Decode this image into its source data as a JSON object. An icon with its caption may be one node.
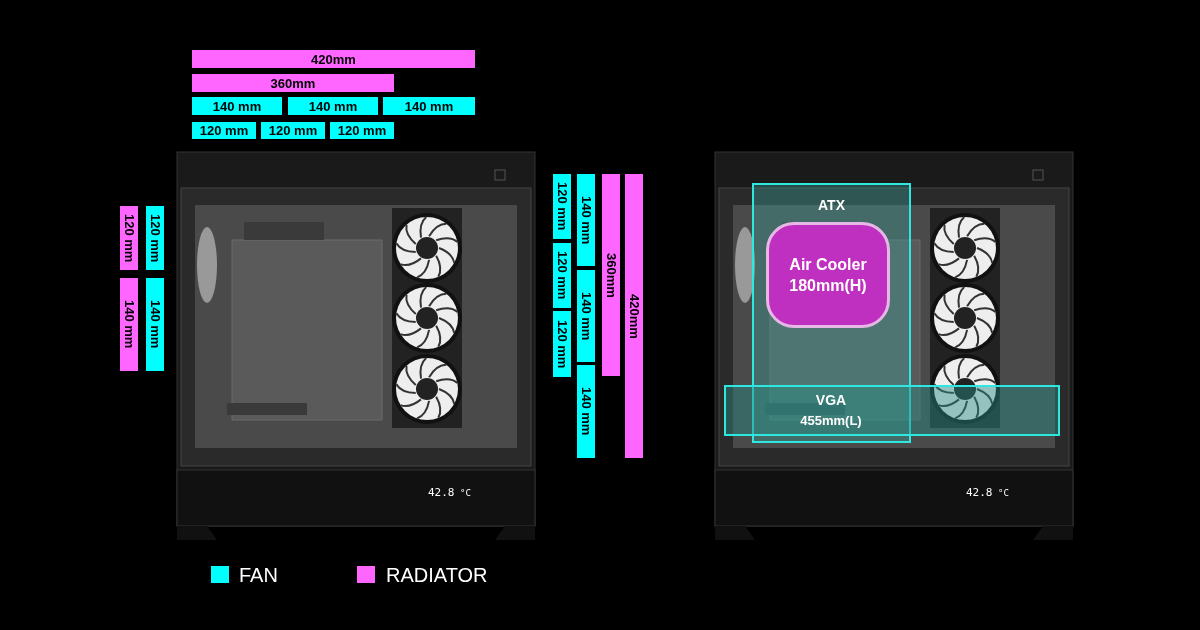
{
  "diagram": {
    "nodes": [
      {
        "text": [
          "420mm"
        ]
      },
      {
        "text": [
          "360mm"
        ]
      },
      {
        "text": [
          "140 mm"
        ]
      },
      {
        "text": [
          "140 mm"
        ]
      },
      {
        "text": [
          "140 mm"
        ]
      },
      {
        "text": [
          "120 mm"
        ]
      },
      {
        "text": [
          "120 mm"
        ]
      },
      {
        "text": [
          "120 mm"
        ]
      },
      {
        "text": [
          "120 mm"
        ]
      },
      {
        "text": [
          "120 mm"
        ]
      },
      {
        "text": [
          "140 mm"
        ]
      },
      {
        "text": [
          "140 mm"
        ]
      },
      {
        "text": [
          "120 mm"
        ]
      },
      {
        "text": [
          "120 mm"
        ]
      },
      {
        "text": [
          "120 mm"
        ]
      },
      {
        "text": [
          "140 mm"
        ]
      },
      {
        "text": [
          "140 mm"
        ]
      },
      {
        "text": [
          "140 mm"
        ]
      },
      {
        "text": [
          "360mm"
        ]
      },
      {
        "text": [
          "420mm"
        ]
      },
      {
        "text": [
          "ATX"
        ]
      },
      {
        "text": [
          "Air Cooler 180mm(H)"
        ],
        "in": 20
      },
      {
        "text": [
          "VGA",
          "455mm(L)"
        ]
      }
    ],
    "edges": [],
    "labels": [
      "42.8",
      "°C",
      "42.8",
      "°C"
    ],
    "legend": [
      {
        "text": "FAN",
        "color": "#00ffff"
      },
      {
        "text": "RADIATOR",
        "color": "#ff66ff"
      }
    ]
  }
}
